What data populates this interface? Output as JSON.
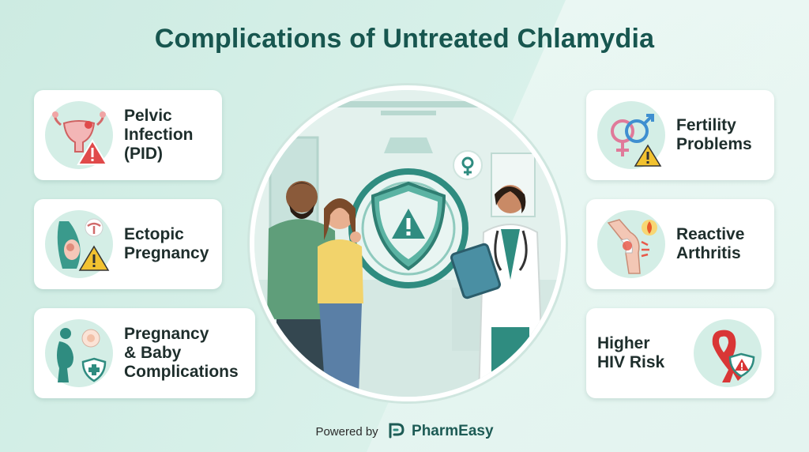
{
  "title": "Complications of Untreated Chlamydia",
  "cards": {
    "pid": {
      "l1": "Pelvic",
      "l2": "Infection",
      "l3": "(PID)",
      "icon": "uterus-warning-icon"
    },
    "ectopic": {
      "l1": "Ectopic",
      "l2": "Pregnancy",
      "icon": "pregnant-belly-icon"
    },
    "baby": {
      "l1": "Pregnancy",
      "l2": "& Baby",
      "l3": "Complications",
      "icon": "pregnant-woman-baby-icon"
    },
    "fertility": {
      "l1": "Fertility",
      "l2": "Problems",
      "icon": "gender-symbols-icon"
    },
    "arthritis": {
      "l1": "Reactive",
      "l2": "Arthritis",
      "icon": "knee-joint-icon"
    },
    "hiv": {
      "l1": "Higher",
      "l2": "HIV Risk",
      "icon": "red-ribbon-icon"
    }
  },
  "footer": {
    "powered": "Powered by",
    "brand": "PharmEasy"
  },
  "colors": {
    "title": "#17564f",
    "accent": "#2f8c80",
    "warning": "#f2c230",
    "danger": "#e05a5a"
  }
}
